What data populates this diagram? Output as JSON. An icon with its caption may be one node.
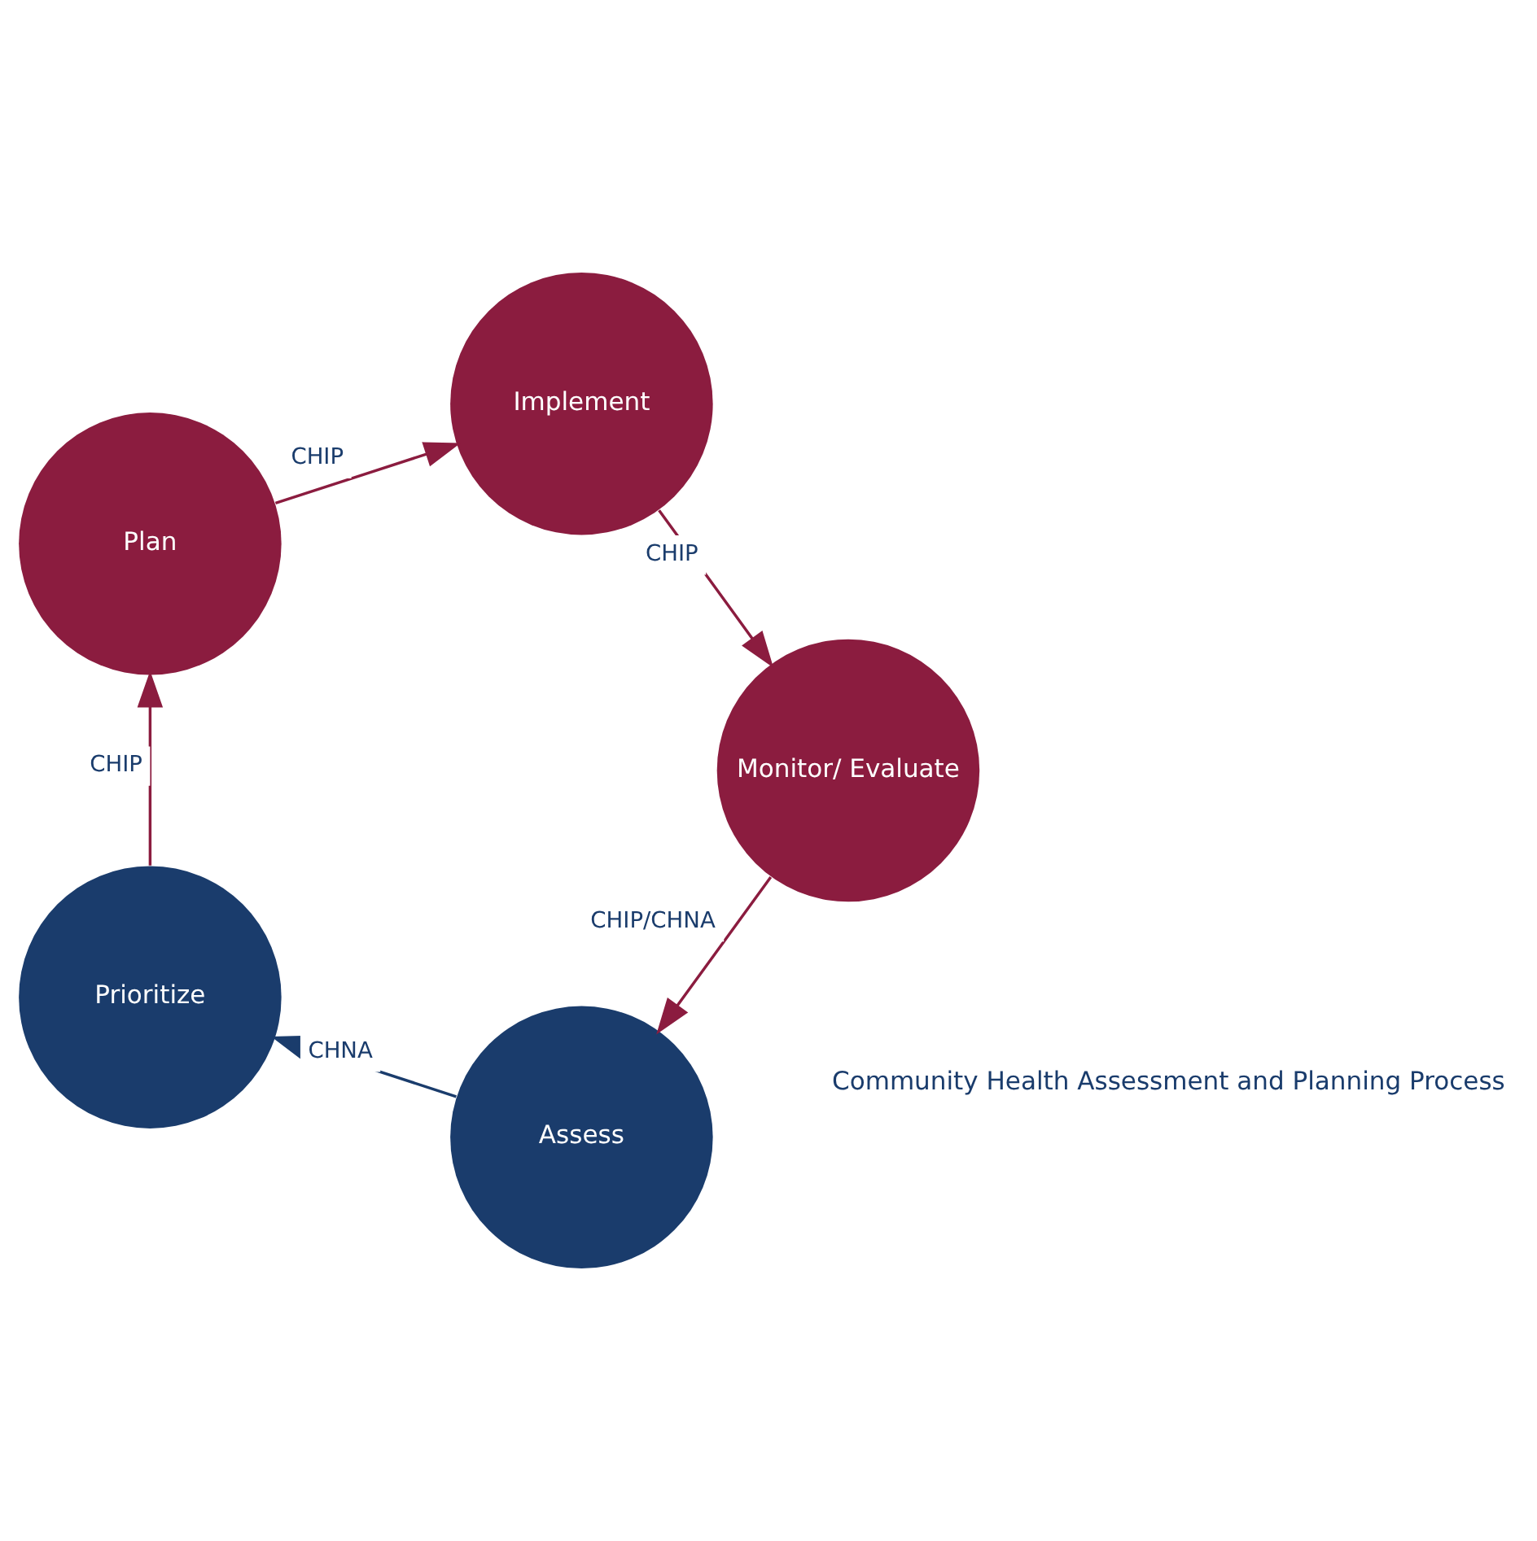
{
  "diagram": {
    "nodes": [
      {
        "text": [
          "Assess"
        ]
      },
      {
        "text": [
          "Prioritize"
        ]
      },
      {
        "text": [
          "Plan"
        ]
      },
      {
        "text": [
          "Implement"
        ]
      },
      {
        "text": [
          "Monitor/ Evaluate"
        ]
      }
    ],
    "edges": [
      {
        "from": 0,
        "to": 1,
        "arrow": "to",
        "label": "CHNA",
        "color": "#1a3c6c"
      },
      {
        "from": 1,
        "to": 2,
        "arrow": "to",
        "label": "CHIP"
      },
      {
        "from": 2,
        "to": 3,
        "arrow": "to",
        "label": "CHIP"
      },
      {
        "from": 3,
        "to": 4,
        "arrow": "to",
        "label": "CHIP"
      },
      {
        "from": 4,
        "to": 0,
        "arrow": "to",
        "label": "CHIP/CHNA"
      }
    ],
    "labels": [
      "Community Health Assessment and Planning Process"
    ]
  }
}
